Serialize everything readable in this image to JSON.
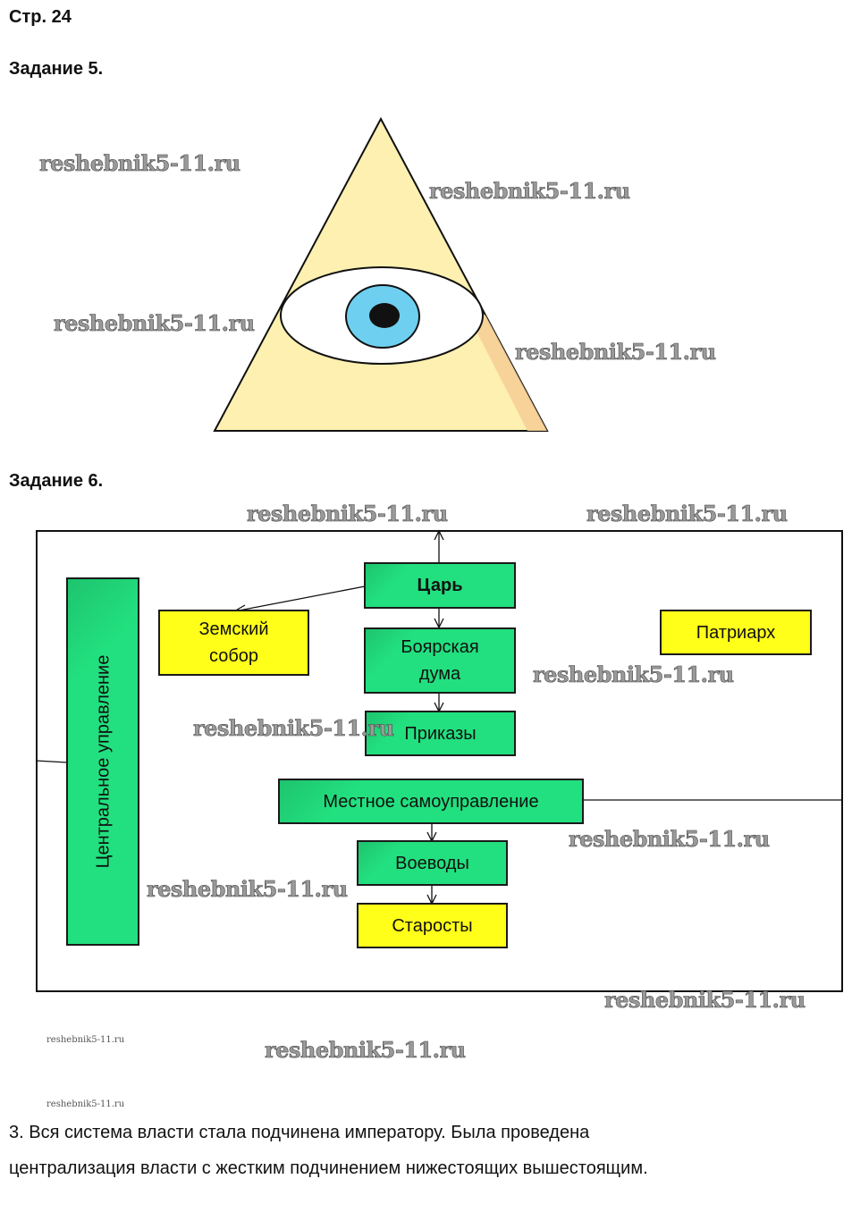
{
  "page_label": "Стр. 24",
  "task5": {
    "heading": "Задание 5.",
    "figure": {
      "description": "pyramid-with-eye",
      "colors": {
        "pyramid": "#fdf0b0",
        "shadow": "#f6cf98",
        "eye_white": "#ffffff",
        "iris": "#6fcff0",
        "pupil": "#111111"
      }
    }
  },
  "task6": {
    "heading": "Задание 6.",
    "diagram": {
      "central_admin": "Центральное управление",
      "tsar": "Царь",
      "zemsky_sobor": "Земский собор",
      "boyar_duma": "Боярская дума",
      "prikazy": "Приказы",
      "patriarch": "Патриарх",
      "local_govt": "Местное самоуправление",
      "voevody": "Воеводы",
      "starosty": "Старосты",
      "colors": {
        "green": "#22e07f",
        "yellow": "#ffff1a"
      }
    }
  },
  "answer": {
    "line1": "3. Вся система власти стала подчинена императору. Была проведена",
    "line2": "централизация власти с жестким подчинением нижестоящих вышестоящим."
  },
  "watermark": "reshebnik5-11.ru"
}
